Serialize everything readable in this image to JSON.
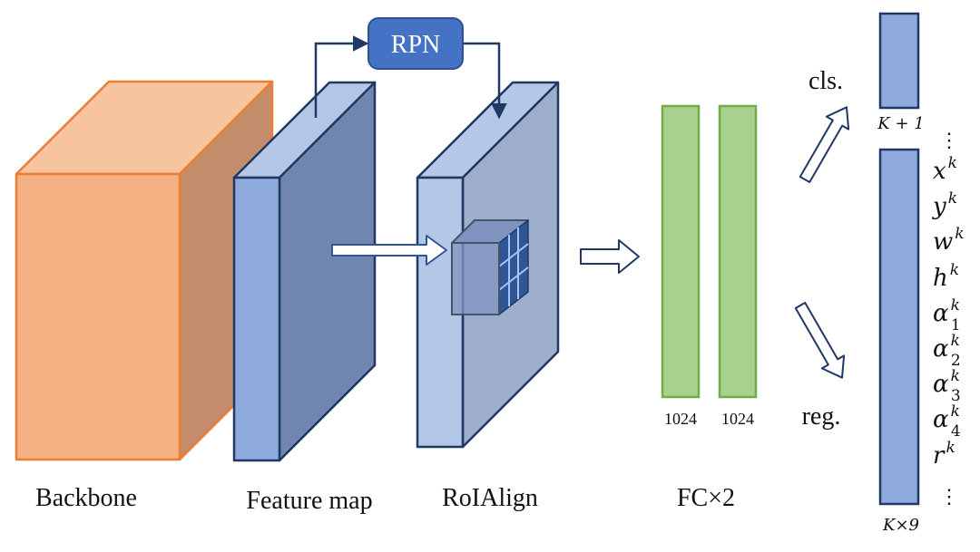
{
  "nodes": {
    "rpn": "RPN",
    "backbone": "Backbone",
    "feature_map": "Feature map",
    "roialign": "RoIAlign",
    "fc": "FC×2",
    "fc1_dim": "1024",
    "fc2_dim": "1024"
  },
  "heads": {
    "cls_label": "cls.",
    "reg_label": "reg.",
    "cls_dim": "K + 1",
    "reg_dim": "K×9",
    "ellipsis": "⋮"
  },
  "outputs": [
    {
      "base": "x",
      "sup": "k",
      "sub": ""
    },
    {
      "base": "y",
      "sup": "k",
      "sub": ""
    },
    {
      "base": "w",
      "sup": "k",
      "sub": ""
    },
    {
      "base": "h",
      "sup": "k",
      "sub": ""
    },
    {
      "base": "α",
      "sup": "k",
      "sub": "1"
    },
    {
      "base": "α",
      "sup": "k",
      "sub": "2"
    },
    {
      "base": "α",
      "sup": "k",
      "sub": "3"
    },
    {
      "base": "α",
      "sup": "k",
      "sub": "4"
    },
    {
      "base": "r",
      "sup": "k",
      "sub": ""
    }
  ],
  "colors": {
    "backbone_front": "#f4b183",
    "backbone_top": "#f7c4a0",
    "backbone_side": "#c48c6a",
    "backbone_edge": "#ed7d31",
    "feature_front": "#8faadc",
    "feature_top": "#b4c7e7",
    "feature_side": "#7085b0",
    "roi_front": "#b4c7e7",
    "roi_side": "#9eaecd",
    "edge_dark": "#203864",
    "rpn_fill": "#4472c4",
    "fc_fill": "#a9d18e",
    "fc_edge": "#70ad47",
    "head_fill": "#8faadc",
    "cube_grid": "#2f5597"
  }
}
